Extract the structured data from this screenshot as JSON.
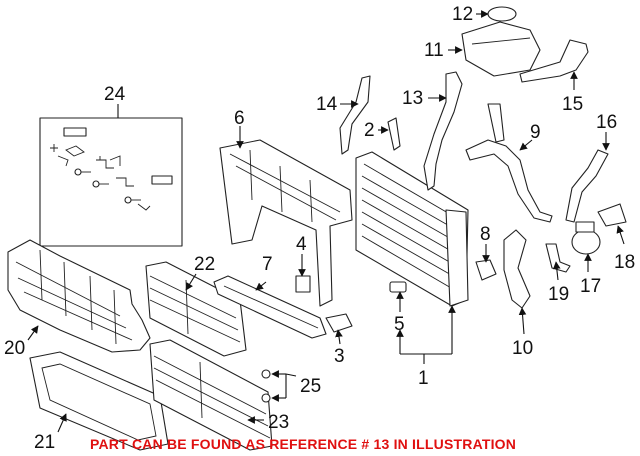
{
  "callouts": {
    "c1": "1",
    "c2": "2",
    "c3": "3",
    "c4": "4",
    "c5": "5",
    "c6": "6",
    "c7": "7",
    "c8": "8",
    "c9": "9",
    "c10": "10",
    "c11": "11",
    "c12": "12",
    "c13": "13",
    "c14": "14",
    "c15": "15",
    "c16": "16",
    "c17": "17",
    "c18": "18",
    "c19": "19",
    "c20": "20",
    "c21": "21",
    "c22": "22",
    "c23": "23",
    "c24": "24",
    "c25": "25"
  },
  "footer_note": "PART CAN BE FOUND AS REFERENCE # 13 IN ILLUSTRATION",
  "colors": {
    "note": "#e01010",
    "line": "#222222",
    "background": "#ffffff"
  }
}
